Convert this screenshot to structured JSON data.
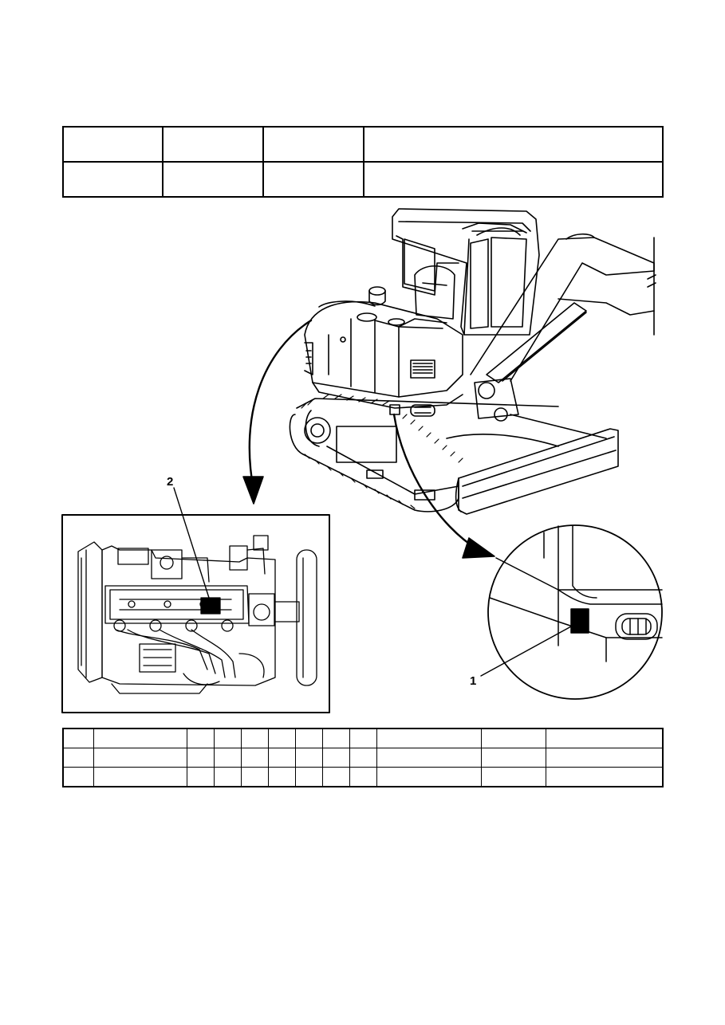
{
  "callouts": {
    "item_1": "1",
    "item_2": "2"
  },
  "icons": {
    "machine": "excavator-illustration",
    "engine": "engine-illustration",
    "detail": "serial-plate-detail-illustration"
  },
  "colors": {
    "line": "#000000",
    "background": "#ffffff"
  }
}
